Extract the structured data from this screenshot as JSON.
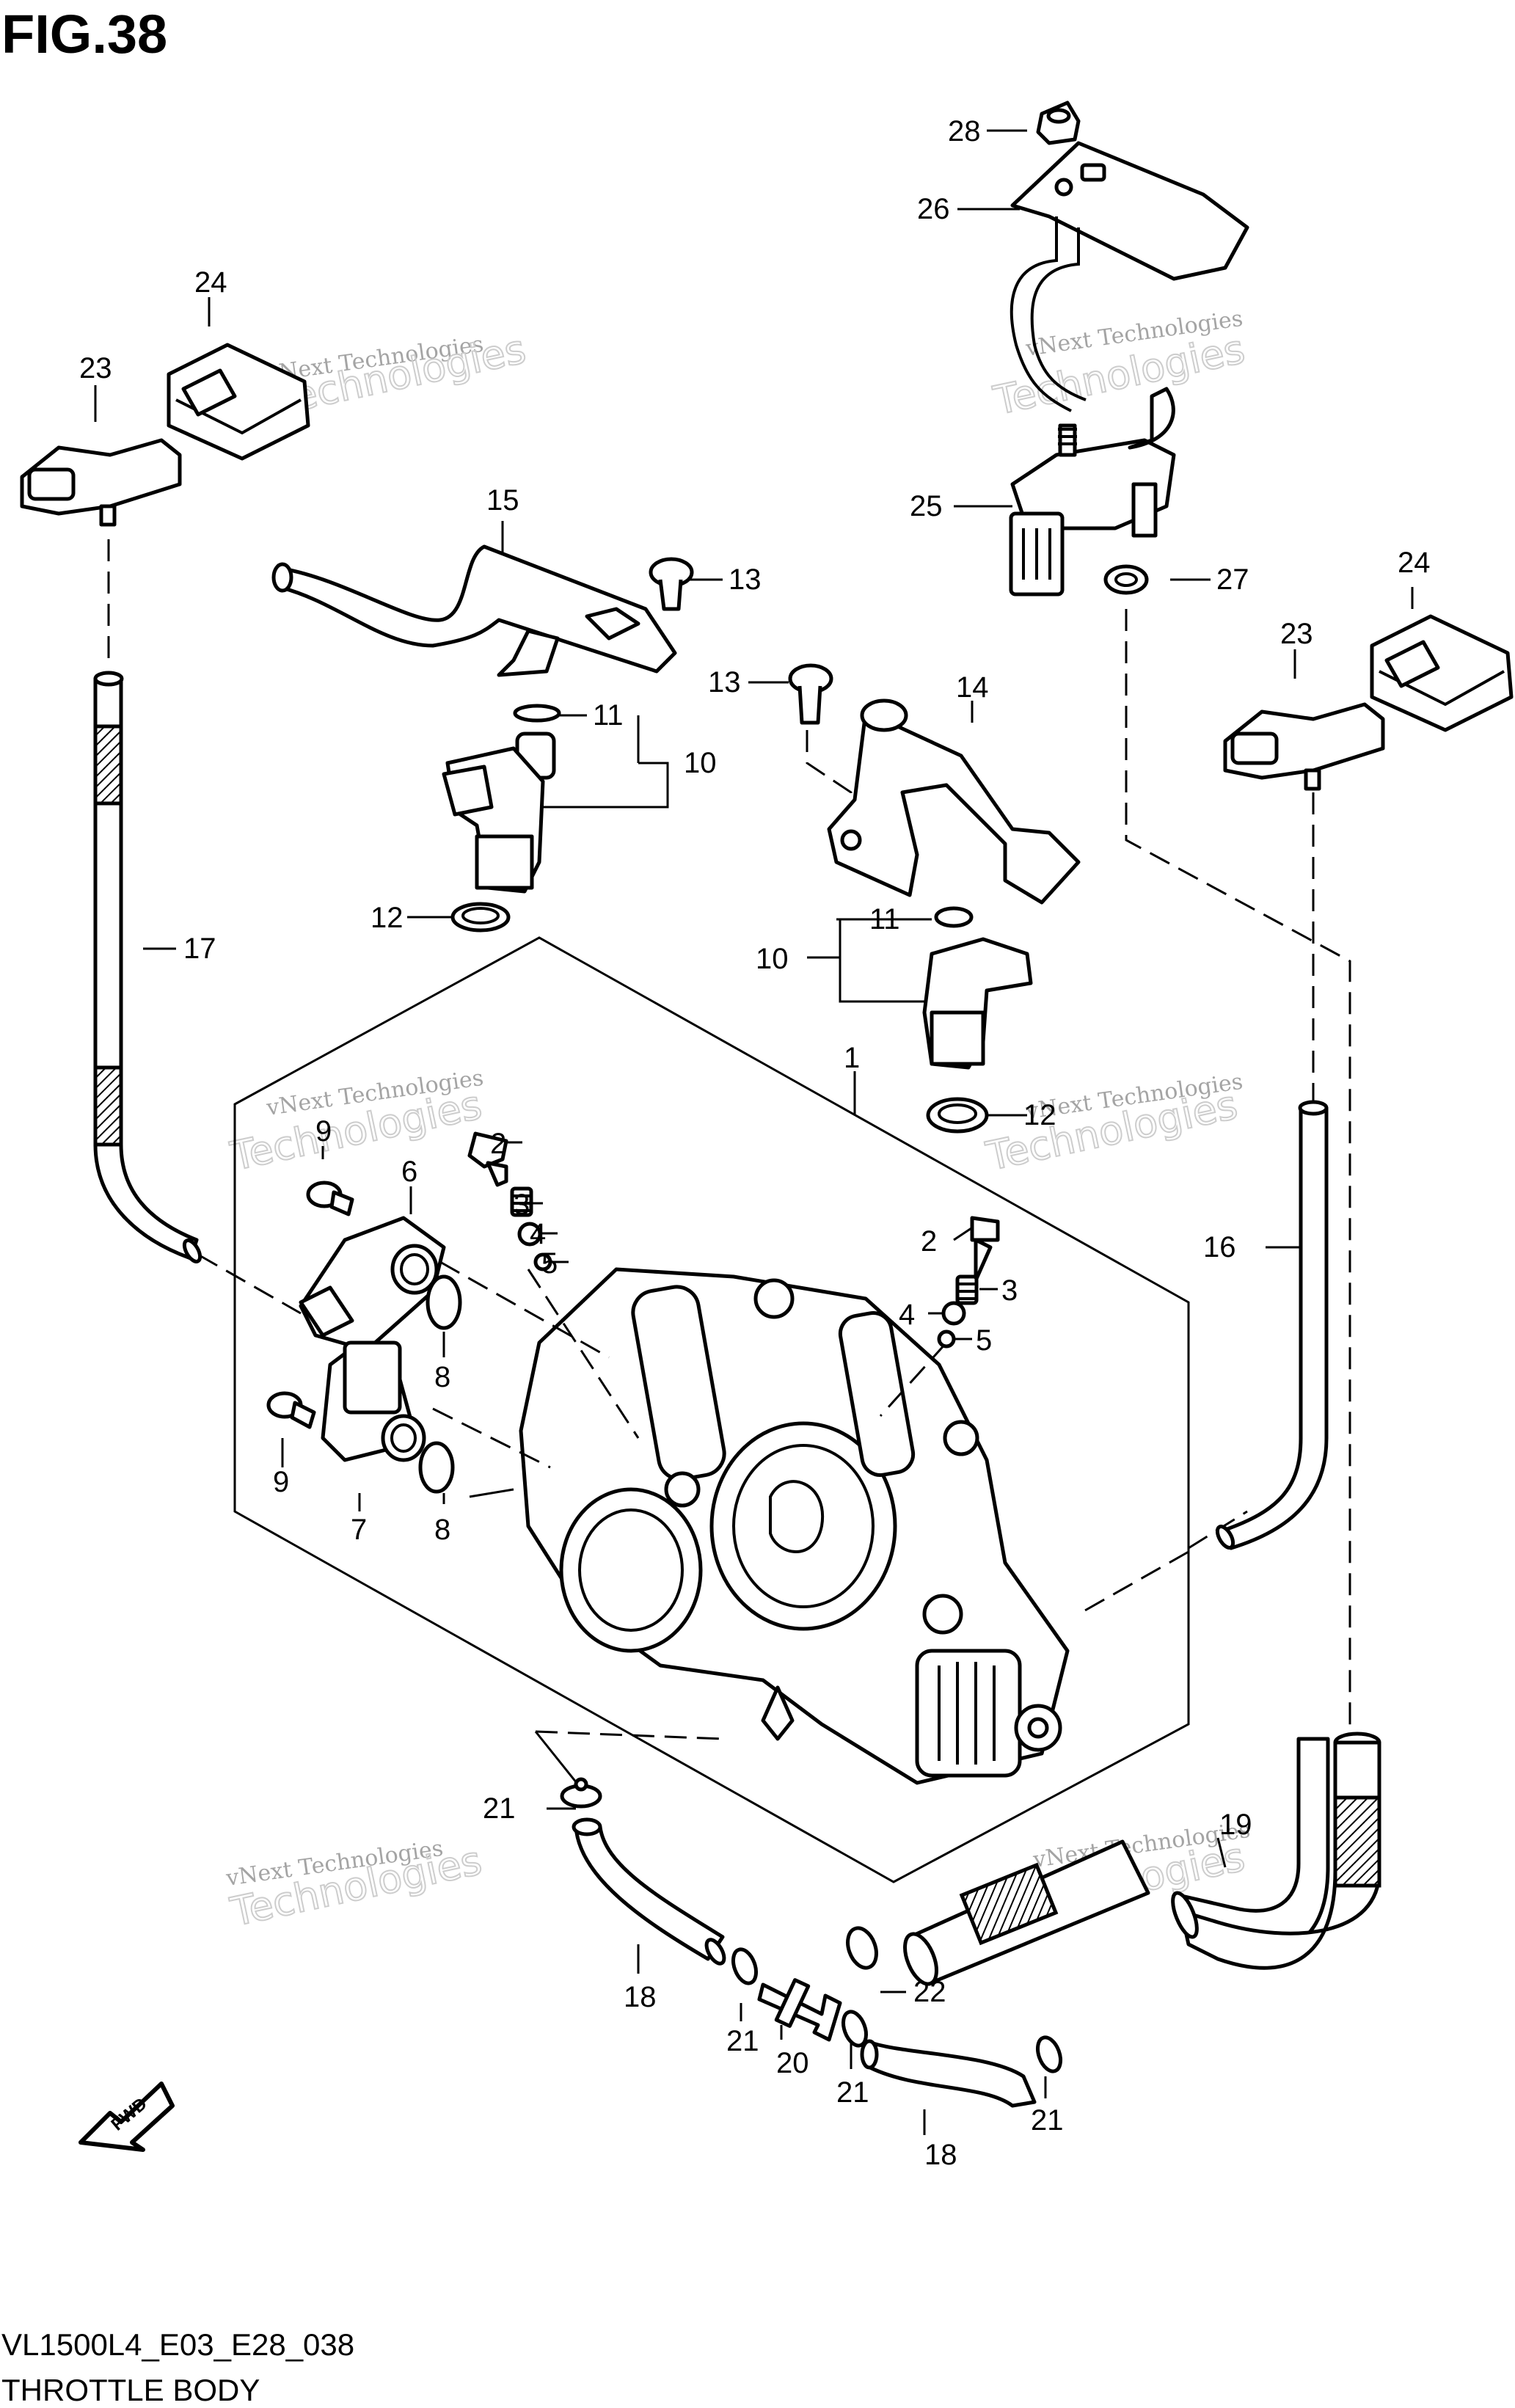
{
  "figure": {
    "title": "FIG.38",
    "code": "VL1500L4_E03_E28_038",
    "name": "THROTTLE BODY",
    "fwd": "FWD"
  },
  "watermark": {
    "line1": "vNext Technologies",
    "line2": "vNext\nTechnologies"
  },
  "callouts": {
    "c1": "1",
    "c2a": "2",
    "c2b": "2",
    "c3a": "3",
    "c3b": "3",
    "c4a": "4",
    "c4b": "4",
    "c5a": "5",
    "c5b": "5",
    "c6": "6",
    "c7": "7",
    "c8a": "8",
    "c8b": "8",
    "c9a": "9",
    "c9b": "9",
    "c10a": "10",
    "c10b": "10",
    "c11a": "11",
    "c11b": "11",
    "c12a": "12",
    "c12b": "12",
    "c13a": "13",
    "c13b": "13",
    "c14": "14",
    "c15": "15",
    "c16": "16",
    "c17": "17",
    "c18a": "18",
    "c18b": "18",
    "c19": "19",
    "c20": "20",
    "c21a": "21",
    "c21b": "21",
    "c21c": "21",
    "c21d": "21",
    "c22": "22",
    "c23a": "23",
    "c23b": "23",
    "c24a": "24",
    "c24b": "24",
    "c25": "25",
    "c26": "26",
    "c27": "27",
    "c28": "28"
  }
}
